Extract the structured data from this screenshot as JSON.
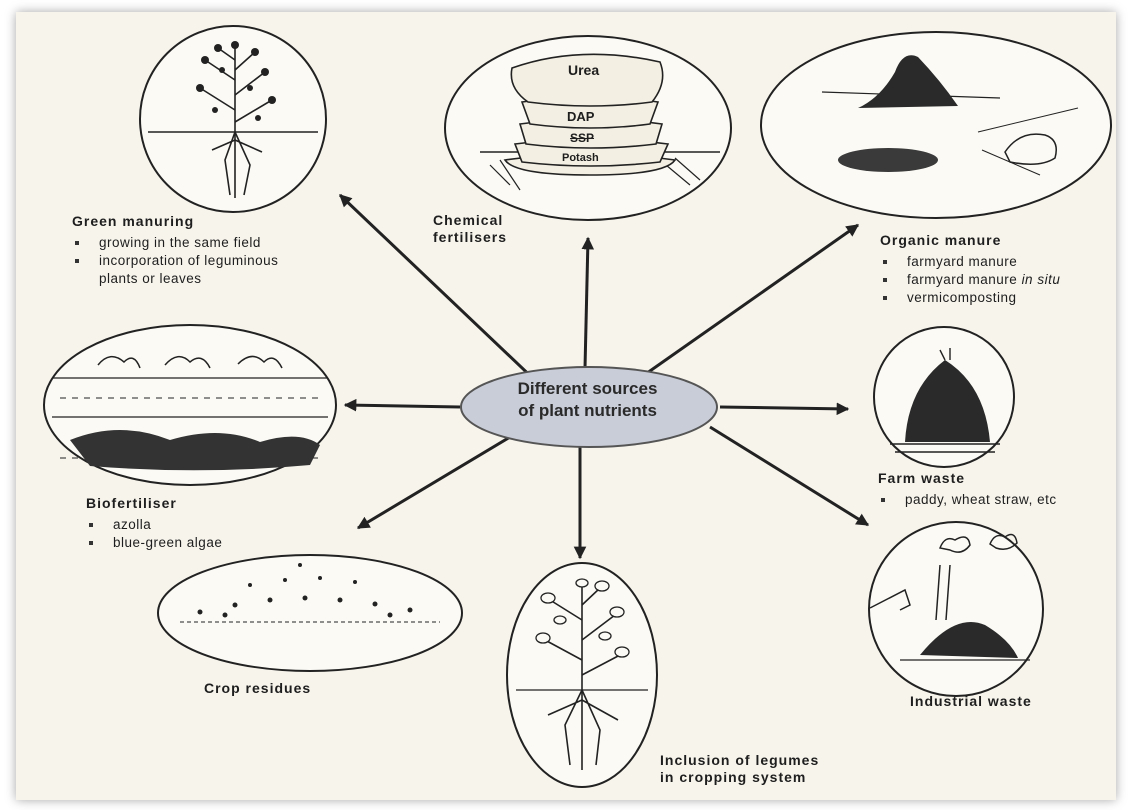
{
  "center": {
    "line1": "Different sources",
    "line2": "of plant nutrients"
  },
  "sources": {
    "green_manuring": {
      "title": "Green manuring",
      "items": [
        "growing in the same field",
        "incorporation of leguminous",
        "plants or leaves"
      ]
    },
    "chemical": {
      "title1": "Chemical",
      "title2": "fertilisers",
      "bags": [
        "Urea",
        "DAP",
        "SSP",
        "Potash"
      ]
    },
    "organic": {
      "title": "Organic manure",
      "items": [
        "farmyard manure",
        "farmyard manure",
        "in situ",
        "vermicomposting"
      ]
    },
    "biofertiliser": {
      "title": "Biofertiliser",
      "items": [
        "azolla",
        "blue-green algae"
      ]
    },
    "farm_waste": {
      "title": "Farm waste",
      "items": [
        "paddy, wheat straw, etc"
      ]
    },
    "crop_residues": {
      "title": "Crop residues"
    },
    "legumes": {
      "title1": "Inclusion of legumes",
      "title2": "in cropping system"
    },
    "industrial": {
      "title": "Industrial waste"
    }
  },
  "colors": {
    "ink": "#1e1e1e",
    "paper": "#f7f4ec",
    "center_fill": "#c9cdd8"
  }
}
